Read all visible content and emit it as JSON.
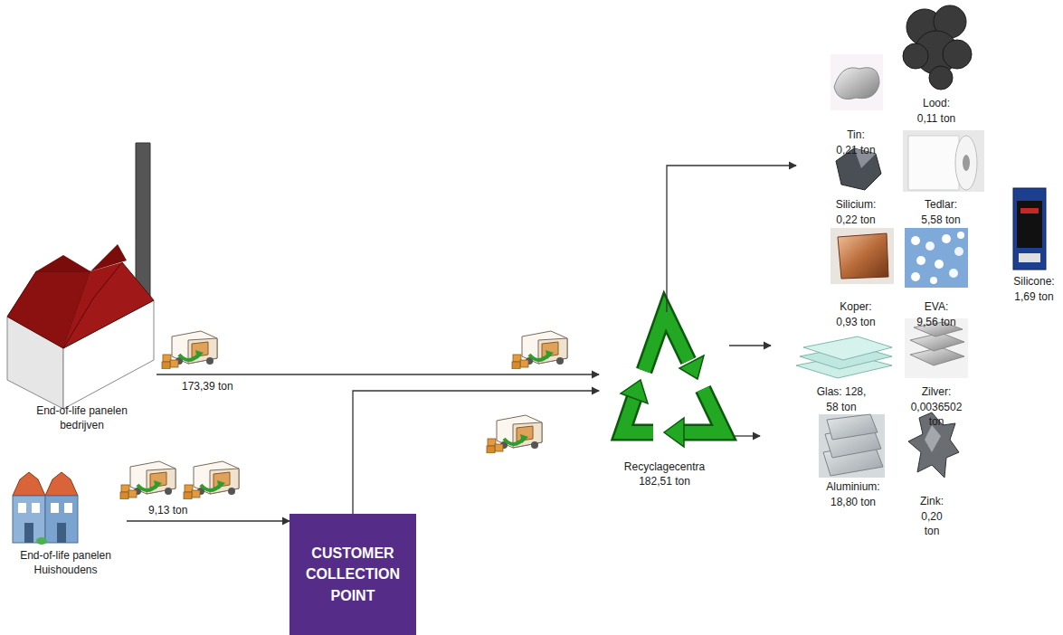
{
  "diagram": {
    "nodes": [
      {
        "text": [
          "End-of-life panelen bedrijven"
        ]
      },
      {
        "text": [
          "End-of-life panelen Huishoudens"
        ]
      },
      {
        "text": [
          "CUSTOMER COLLECTION POINT"
        ]
      },
      {
        "text": [
          "Recyclagecentra 182,51 ton"
        ]
      }
    ],
    "edges": [
      {
        "from": 0,
        "to": 3,
        "label": "173,39 ton",
        "arrow": "to"
      },
      {
        "from": 1,
        "to": 2,
        "label": "9,13 ton",
        "arrow": "to"
      },
      {
        "from": 2,
        "to": 3,
        "arrow": "to"
      }
    ],
    "labels": [
      "Lood: 0,11 ton",
      "Tin: 0,21 ton",
      "Silicium: 0,22 ton",
      "Tedlar: 5,58 ton",
      "Silicone: 1,69 ton",
      "Koper: 0,93 ton",
      "EVA: 9,56 ton",
      "Glas: 128, 58 ton",
      "Zilver: 0,0036502 ton",
      "Aluminium: 18,80 ton",
      "Zink: 0,20 ton"
    ]
  }
}
